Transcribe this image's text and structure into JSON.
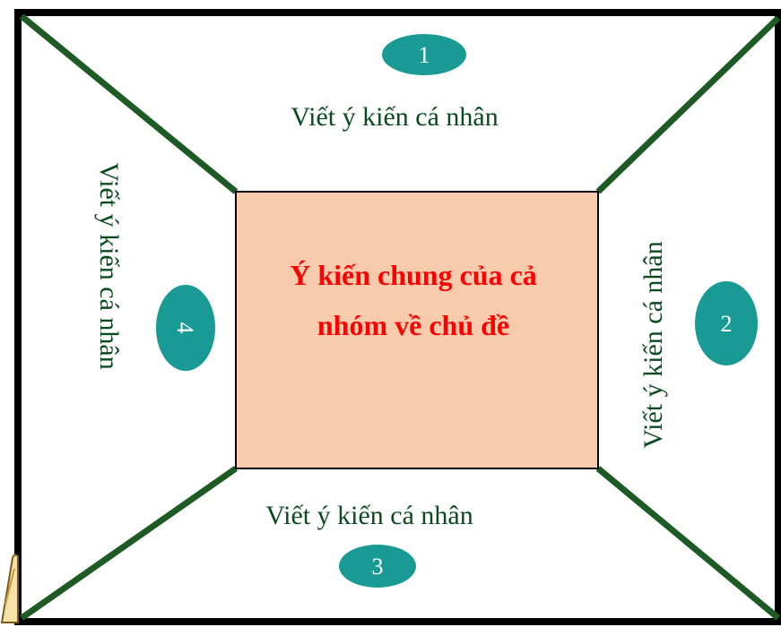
{
  "colors": {
    "frame": "#000000",
    "diagonal": "#1e5b24",
    "center_fill": "#f8cbad",
    "badge": "#1a9a94",
    "zone_text": "#0b4a1f",
    "center_text": "#ff0000"
  },
  "center": {
    "line1": "Ý kiến chung của cả",
    "line2": "nhóm về chủ đề"
  },
  "zones": [
    {
      "number": "1",
      "text": "Viết ý kiến cá nhân"
    },
    {
      "number": "2",
      "text": "Viết ý kiến cá nhân"
    },
    {
      "number": "3",
      "text": "Viết ý kiến cá nhân"
    },
    {
      "number": "4",
      "text": "Viết ý kiến cá nhân"
    }
  ]
}
